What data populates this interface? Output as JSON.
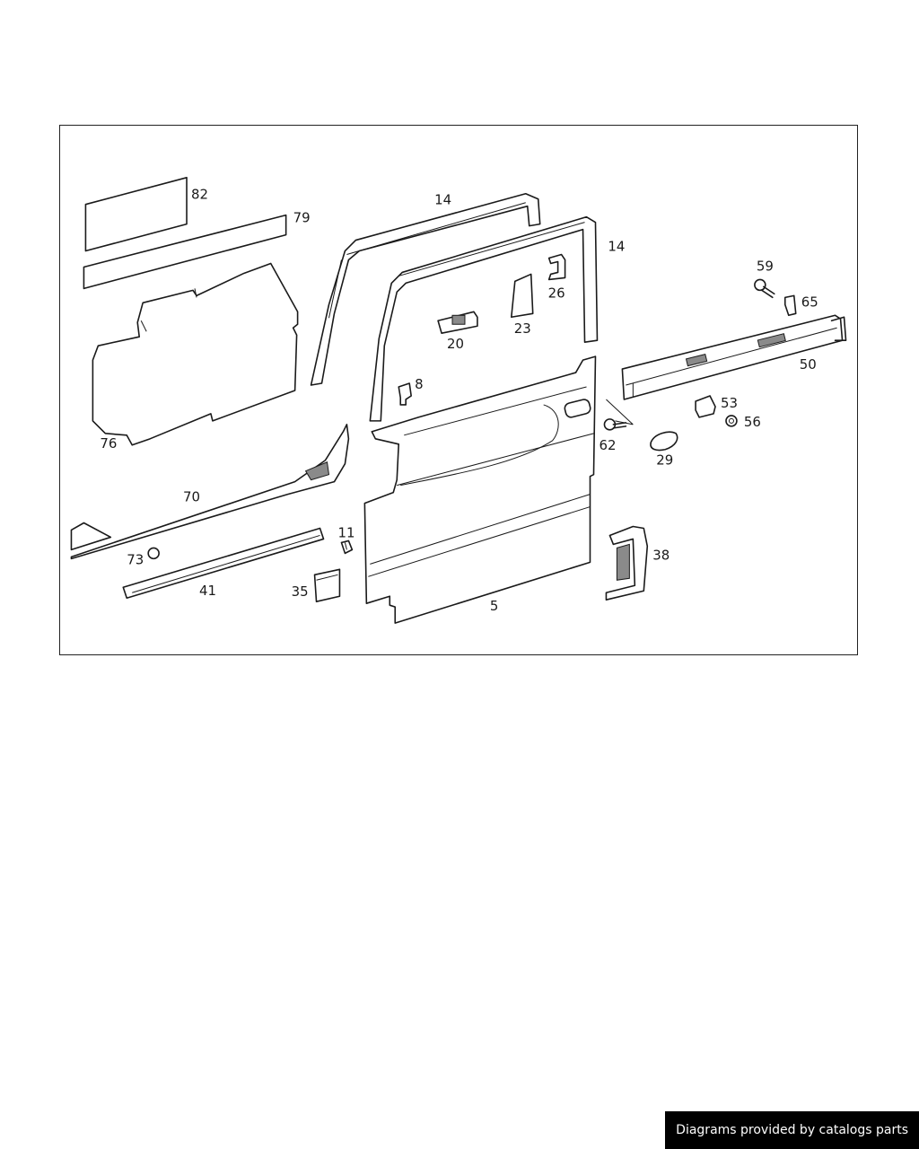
{
  "diagram": {
    "labels": {
      "p82": "82",
      "p79": "79",
      "p14a": "14",
      "p14b": "14",
      "p26": "26",
      "p59": "59",
      "p65": "65",
      "p20": "20",
      "p23": "23",
      "p50": "50",
      "p76": "76",
      "p8": "8",
      "p53": "53",
      "p56": "56",
      "p62": "62",
      "p29": "29",
      "p70": "70",
      "p11": "11",
      "p38": "38",
      "p73": "73",
      "p41": "41",
      "p35": "35",
      "p5": "5"
    }
  },
  "footer": {
    "credit": "Diagrams provided by catalogs parts"
  }
}
